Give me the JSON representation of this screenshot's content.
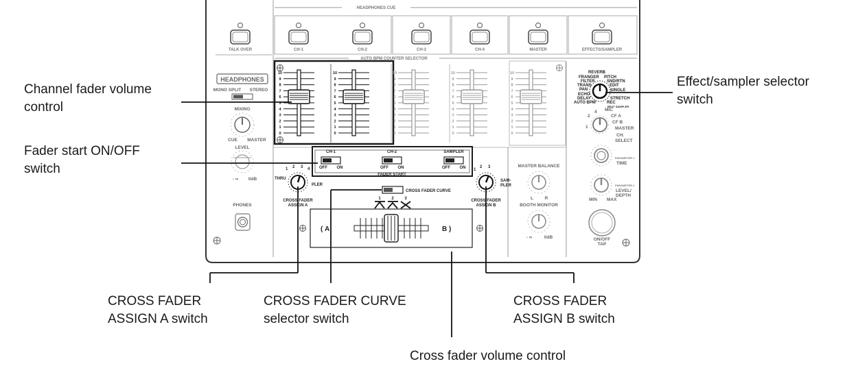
{
  "panel": {
    "headphones_cue": "HEADPHONES CUE",
    "auto_bpm_counter_selector": "AUTO BPM COUNTER SELECTOR",
    "cue_buttons": [
      "TALK OVER",
      "CH-1",
      "CH-2",
      "CH-3",
      "CH-4",
      "MASTER",
      "EFFECTS/SAMPLER"
    ],
    "headphones": "HEADPHONES",
    "mono_split": "MONO SPLIT",
    "stereo": "STEREO",
    "mixing": "MIXING",
    "cue": "CUE",
    "master": "MASTER",
    "level": "LEVEL",
    "phones": "PHONES",
    "fader_scale": [
      "10",
      "9",
      "8",
      "7",
      "6",
      "5",
      "4",
      "3",
      "2",
      "1",
      "0"
    ],
    "fader_start": {
      "title": "FADER START",
      "groups": [
        "CH-1",
        "CH-2",
        "SAMPLER"
      ],
      "off": "OFF",
      "on": "ON"
    },
    "cross_fader_curve": "CROSS FADER CURVE",
    "curve_numbers": [
      "1",
      "2",
      "3"
    ],
    "assign_a": {
      "line1": "CROSS FADER",
      "line2": "ASSIGN A",
      "thru": "THRU",
      "pler": "PLER"
    },
    "assign_b": {
      "line1": "CROSS FADER",
      "line2": "ASSIGN B",
      "sam": "SAM-",
      "pler": "PLER"
    },
    "cross_fader_a": "A",
    "cross_fader_b": "B",
    "master_balance": "MASTER BALANCE",
    "booth_monitor": "BOOTH MONITOR",
    "l": "L",
    "r": "R",
    "odb": "0dB",
    "minus_inf": "- ∞",
    "effects": {
      "reverb": "REVERB",
      "flanger": "FRANGER",
      "filter": "FILTER",
      "trans": "TRANS",
      "pan": "PAN",
      "echo": "ECHO",
      "delay": "DELAY",
      "auto_bpm": "AUTO BPM",
      "pitch": "PITCH",
      "snd_rtn": "SND/RTN",
      "edit": "EDIT",
      "single": "SINGLE",
      "stretch": "STRETCH",
      "rec": "REC",
      "beat_sampler": "BEAT SAMPLER"
    },
    "ch_select": {
      "title1": "CH.",
      "title2": "SELECT",
      "mic": "MIC",
      "cf_a": "CF A",
      "cf_b": "CF B",
      "master": "MASTER",
      "n1": "1",
      "n2": "2",
      "n4": "4"
    },
    "parameter1": "PARAMETER 1",
    "time": "TIME",
    "parameter2": "PARAMETER 2",
    "level_depth1": "LEVEL/",
    "level_depth2": "DEPTH",
    "min": "MIN",
    "max": "MAX",
    "on_off": "ON/OFF",
    "tap": "TAP"
  },
  "callouts": {
    "channel_fader": [
      "Channel fader volume",
      "control"
    ],
    "fader_start": [
      "Fader start ON/OFF",
      "switch"
    ],
    "effect_selector": [
      "Effect/sampler selector",
      "switch"
    ],
    "assign_a": [
      "CROSS FADER",
      "ASSIGN A switch"
    ],
    "curve": [
      "CROSS FADER CURVE",
      "selector switch"
    ],
    "assign_b": [
      "CROSS FADER",
      "ASSIGN B switch"
    ],
    "cross_fader_volume": "Cross fader volume control"
  }
}
